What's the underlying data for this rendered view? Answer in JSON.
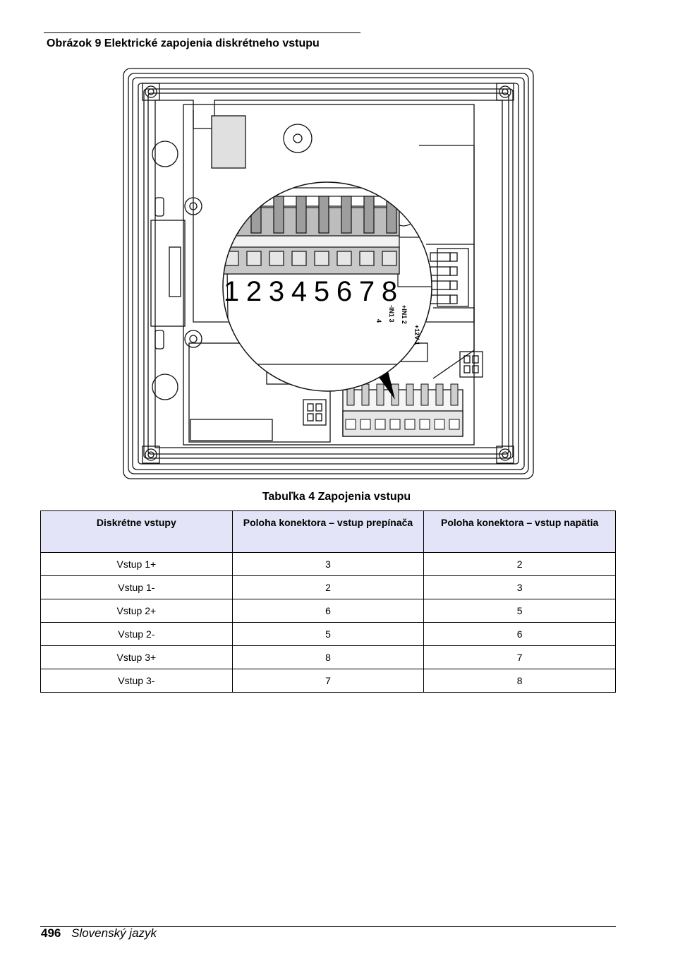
{
  "figure": {
    "caption": "Obrázok 9  Elektrické zapojenia diskrétneho vstupu",
    "terminal_numbers": [
      "1",
      "2",
      "3",
      "4",
      "5",
      "6",
      "7",
      "8"
    ],
    "pcb_labels": [
      "+12V 1",
      "+IN1 2",
      "-IN1 3",
      "4"
    ]
  },
  "table": {
    "caption": "Tabuľka 4  Zapojenia vstupu",
    "headers": [
      "Diskrétne vstupy",
      "Poloha konektora – vstup prepínača",
      "Poloha konektora – vstup napätia"
    ],
    "rows": [
      [
        "Vstup 1+",
        "3",
        "2"
      ],
      [
        "Vstup 1-",
        "2",
        "3"
      ],
      [
        "Vstup 2+",
        "6",
        "5"
      ],
      [
        "Vstup 2-",
        "5",
        "6"
      ],
      [
        "Vstup 3+",
        "8",
        "7"
      ],
      [
        "Vstup 3-",
        "7",
        "8"
      ]
    ]
  },
  "footer": {
    "page_number": "496",
    "language": "Slovenský jazyk"
  }
}
